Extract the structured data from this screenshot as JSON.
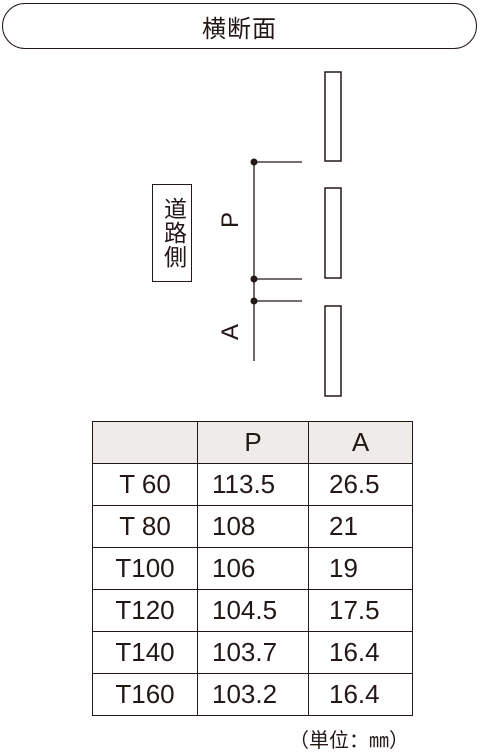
{
  "title": "横断面",
  "road_side_label": "道路側",
  "dimension_labels": {
    "p": "P",
    "a": "A"
  },
  "table": {
    "headers": [
      "",
      "P",
      "A"
    ],
    "rows": [
      {
        "model": "T 60",
        "p": "113.5",
        "a": "26.5"
      },
      {
        "model": "T 80",
        "p": "108",
        "a": "21"
      },
      {
        "model": "T100",
        "p": "106",
        "a": "19"
      },
      {
        "model": "T120",
        "p": "104.5",
        "a": "17.5"
      },
      {
        "model": "T140",
        "p": "103.7",
        "a": "16.4"
      },
      {
        "model": "T160",
        "p": "103.2",
        "a": "16.4"
      }
    ]
  },
  "unit_note": "（単位：㎜）"
}
